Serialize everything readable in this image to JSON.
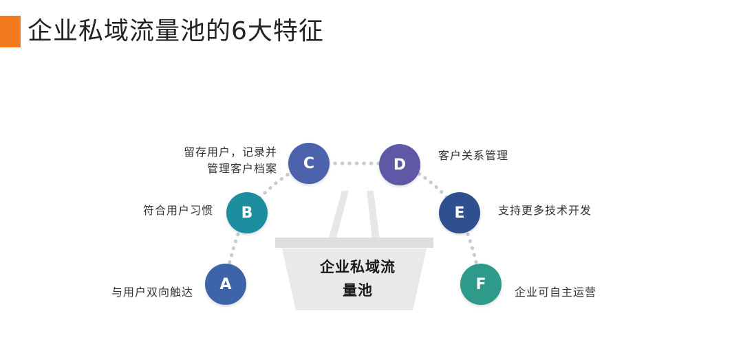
{
  "header": {
    "title": "企业私域流量池的6大特征",
    "accent_color": "#f47a20"
  },
  "pool": {
    "line1": "企业私域流",
    "line2": "量池"
  },
  "nodes": [
    {
      "letter": "A",
      "label": "与用户双向触达",
      "color": "#3d64a8"
    },
    {
      "letter": "B",
      "label": "符合用户习惯",
      "color": "#1c8ea0"
    },
    {
      "letter": "C",
      "label_line1": "留存用户，记录并",
      "label_line2": "管理客户档案",
      "color": "#4c62ad"
    },
    {
      "letter": "D",
      "label": "客户关系管理",
      "color": "#5e58a6"
    },
    {
      "letter": "E",
      "label": "支持更多技术开发",
      "color": "#2f4f8f"
    },
    {
      "letter": "F",
      "label": "企业可自主运营",
      "color": "#2e9a8a"
    }
  ]
}
